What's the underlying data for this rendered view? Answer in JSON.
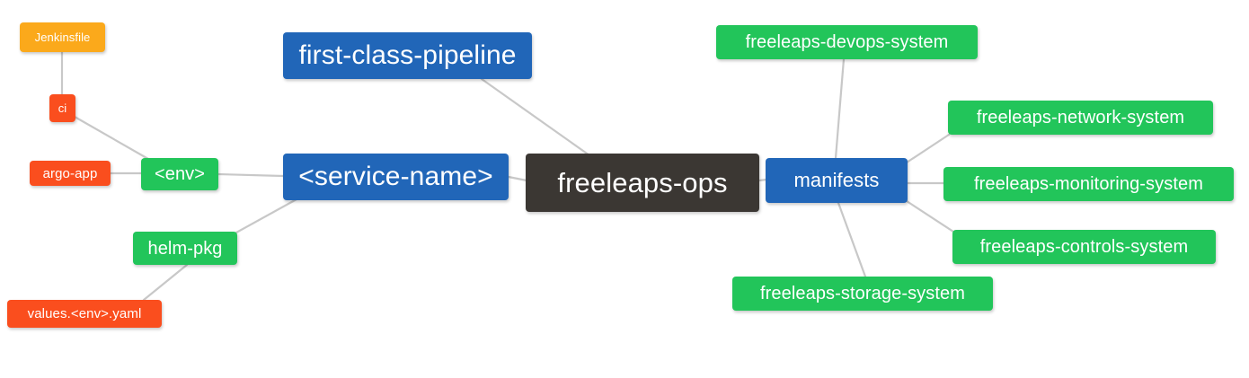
{
  "diagram": {
    "title": "freeleaps-ops mind map",
    "background": "#ffffff",
    "edge_color": "#C8C8C8",
    "palette": {
      "root": "#3B3733",
      "blue": "#2166B8",
      "green": "#22C55A",
      "orange": "#FBA91B",
      "red": "#FA4E1E"
    }
  },
  "nodes": {
    "root": {
      "label": "freeleaps-ops"
    },
    "first_class_pipeline": {
      "label": "first-class-pipeline"
    },
    "service_name": {
      "label": "<service-name>"
    },
    "env": {
      "label": "<env>"
    },
    "ci": {
      "label": "ci"
    },
    "jenkinsfile": {
      "label": "Jenkinsfile"
    },
    "argo_app": {
      "label": "argo-app"
    },
    "helm_pkg": {
      "label": "helm-pkg"
    },
    "values_yaml": {
      "label": "values.<env>.yaml"
    },
    "manifests": {
      "label": "manifests"
    },
    "devops_system": {
      "label": "freeleaps-devops-system"
    },
    "network_system": {
      "label": "freeleaps-network-system"
    },
    "monitoring_system": {
      "label": "freeleaps-monitoring-system"
    },
    "controls_system": {
      "label": "freeleaps-controls-system"
    },
    "storage_system": {
      "label": "freeleaps-storage-system"
    }
  },
  "edges": [
    {
      "from": "first_class_pipeline",
      "to": "root"
    },
    {
      "from": "service_name",
      "to": "root"
    },
    {
      "from": "env",
      "to": "service_name"
    },
    {
      "from": "ci",
      "to": "env"
    },
    {
      "from": "jenkinsfile",
      "to": "ci"
    },
    {
      "from": "argo_app",
      "to": "env"
    },
    {
      "from": "helm_pkg",
      "to": "service_name"
    },
    {
      "from": "values_yaml",
      "to": "helm_pkg"
    },
    {
      "from": "manifests",
      "to": "root"
    },
    {
      "from": "devops_system",
      "to": "manifests"
    },
    {
      "from": "network_system",
      "to": "manifests"
    },
    {
      "from": "monitoring_system",
      "to": "manifests"
    },
    {
      "from": "controls_system",
      "to": "manifests"
    },
    {
      "from": "storage_system",
      "to": "manifests"
    }
  ]
}
